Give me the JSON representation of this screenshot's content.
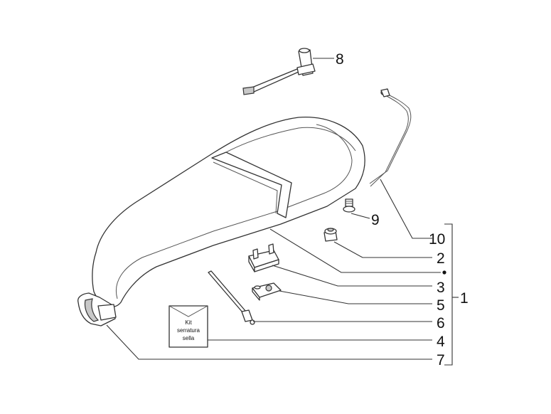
{
  "labels": {
    "l1": "1",
    "l2": "2",
    "l3": "3",
    "l4": "4",
    "l5": "5",
    "l6": "6",
    "l7": "7",
    "l8": "8",
    "l9": "9",
    "l10": "10"
  },
  "kit_box": {
    "line1": "Kit",
    "line2": "serratura",
    "line3": "sella"
  }
}
